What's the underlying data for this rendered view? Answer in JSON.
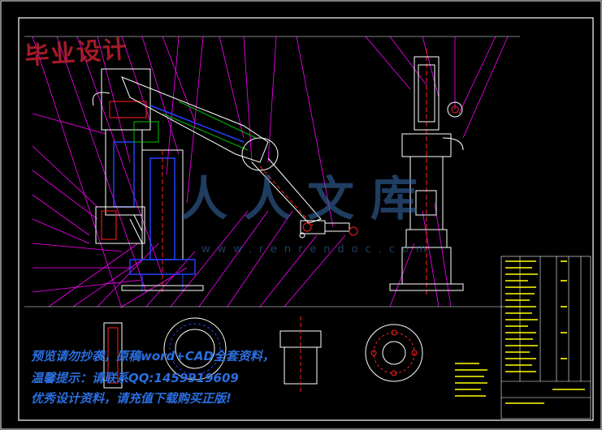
{
  "stamp": {
    "text": "毕业设计"
  },
  "watermark": {
    "text": "人人文库",
    "url": "www.renrendoc.com"
  },
  "notice": {
    "line1": "预览请勿抄袭，原稿word+CAD全套资料，",
    "line2": "温馨提示：请联系QQ:1459919609",
    "line3": "优秀设计资料，请充值下载购买正版!"
  },
  "colors": {
    "background": "#000000",
    "frame": "#ffffff",
    "leader": "#ff00ff",
    "part_blue": "#2040ff",
    "part_green": "#00c000",
    "part_red": "#ff2020",
    "title_block": "#ffff00"
  }
}
